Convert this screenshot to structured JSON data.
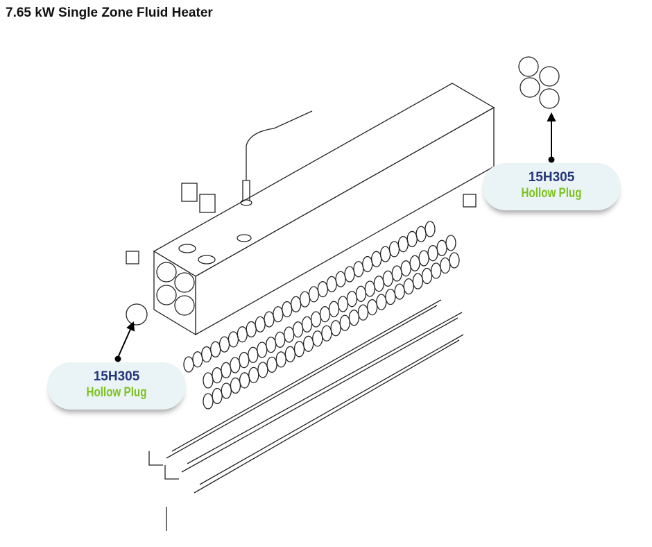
{
  "title": "7.65 kW Single Zone Fluid Heater",
  "callouts": [
    {
      "part_number": "15H305",
      "description": "Hollow Plug"
    },
    {
      "part_number": "15H305",
      "description": "Hollow Plug"
    }
  ],
  "colors": {
    "part_number": "#25357a",
    "description": "#7dc21e",
    "callout_bg": "#eaf4f6"
  }
}
